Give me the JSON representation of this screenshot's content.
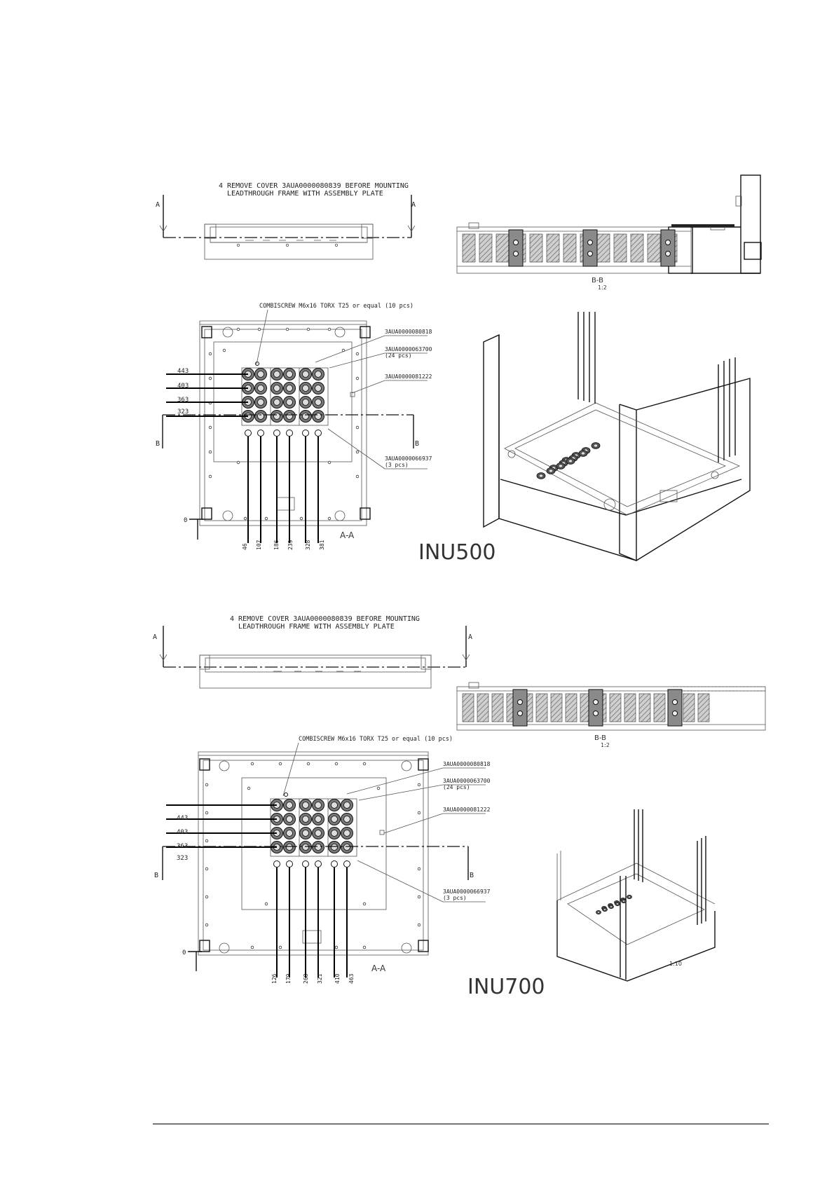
{
  "drawings": [
    {
      "model": "INU500",
      "note_line1": "4 REMOVE COVER 3AUA0000080839 BEFORE MOUNTING",
      "note_line2": "LEADTHROUGH FRAME WITH ASSEMBLY PLATE",
      "section_a": "A",
      "section_b": "B",
      "view_aa": "A-A",
      "view_bb": "B-B",
      "view_bb_scale": "1:2",
      "combiscrew_label": "COMBISCREW M6x16 TORX T25 or equal (10 pcs)",
      "callouts": [
        "3AUA0000080818",
        "3AUA0000063700",
        "(24 pcs)",
        "3AUA0000081222",
        "3AUA0000066937",
        "(3 pcs)"
      ],
      "dims_left": [
        "443",
        "403",
        "363",
        "323"
      ],
      "dims_bottom": [
        "46",
        "107",
        "186",
        "239",
        "328",
        "381"
      ],
      "origin": "0"
    },
    {
      "model": "INU700",
      "note_line1": "4 REMOVE COVER 3AUA0000080839 BEFORE MOUNTING",
      "note_line2": "LEADTHROUGH FRAME WITH ASSEMBLY PLATE",
      "section_a": "A",
      "section_b": "B",
      "view_aa": "A-A",
      "view_bb": "B-B",
      "view_bb_scale": "1:2",
      "combiscrew_label": "COMBISCREW M6x16 TORX T25 or equal (10 pcs)",
      "callouts": [
        "3AUA0000080818",
        "3AUA0000063700",
        "(24 pcs)",
        "3AUA0000081222",
        "3AUA0000066937",
        "(3 pcs)"
      ],
      "dims_left": [
        "443",
        "403",
        "363",
        "323"
      ],
      "dims_bottom": [
        "126",
        "179",
        "268",
        "321",
        "410",
        "463"
      ],
      "origin": "0",
      "iso_scale": "1:10"
    }
  ]
}
